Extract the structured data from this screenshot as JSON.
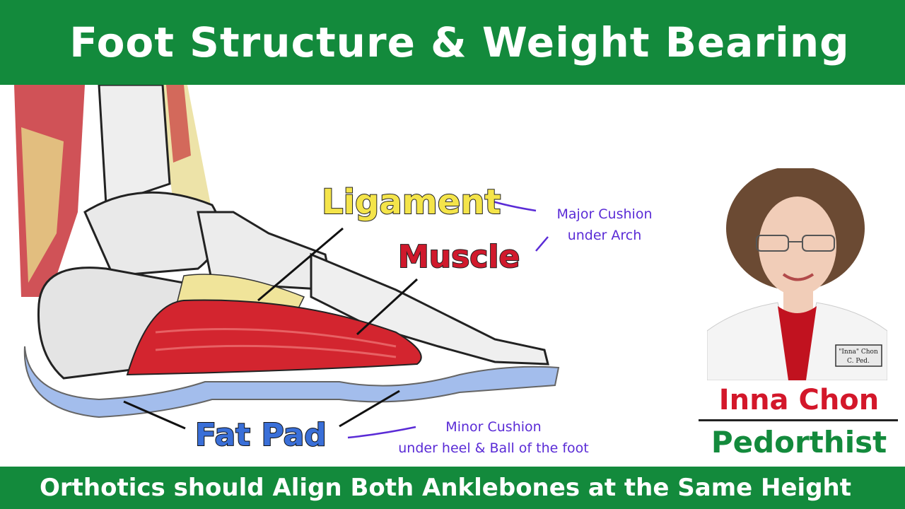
{
  "header": {
    "title": "Foot Structure & Weight Bearing"
  },
  "footer": {
    "title": "Orthotics should Align Both Anklebones at the Same Height"
  },
  "labels": {
    "ligament": "Ligament",
    "muscle": "Muscle",
    "fat_pad": "Fat Pad"
  },
  "notes": {
    "major_line1": "Major Cushion",
    "major_line2": "under Arch",
    "minor_line1": "Minor Cushion",
    "minor_line2": "under heel & Ball of the foot"
  },
  "presenter": {
    "name": "Inna Chon",
    "role": "Pedorthist",
    "badge_name": "\"Inna\" Chon",
    "badge_title": "C. Ped."
  },
  "colors": {
    "banner_green": "#138a3c",
    "name_red": "#d3172a",
    "note_purple": "#5a2bd6",
    "ligament_yellow": "#f4e44a",
    "muscle_red": "#d0192c",
    "fat_pad_blue": "#3a6fd8"
  }
}
